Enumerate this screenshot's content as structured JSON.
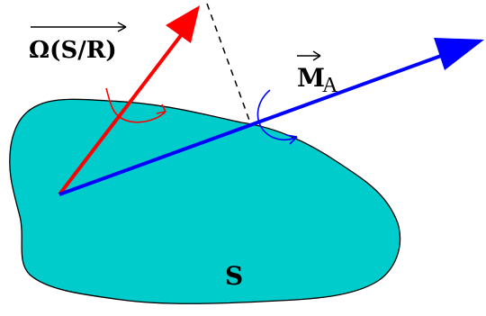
{
  "labels": {
    "omega_symbol": "Ω",
    "omega_rest": "(S/R)",
    "moment_symbol": "M",
    "moment_subscript": "A",
    "solid": "S"
  },
  "colors": {
    "solid_fill": "#00CCCC",
    "solid_outline": "#000000",
    "rotation_vector": "#FF0000",
    "moment_vector": "#0000FF",
    "projection_line": "#000000"
  }
}
